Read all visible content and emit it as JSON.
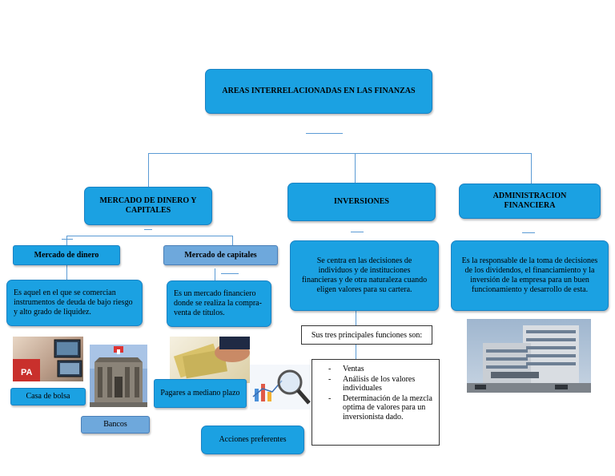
{
  "title": "AREAS INTERRELACIONADAS EN LAS FINANZAS",
  "areas": {
    "mercado": "MERCADO DE DINERO Y CAPITALES",
    "inversiones": "INVERSIONES",
    "administracion": "ADMINISTRACION FINANCIERA"
  },
  "mercado_dinero": {
    "label": "Mercado de dinero",
    "description": "Es aquel en el que se comercian instrumentos de deuda de bajo riesgo y alto grado de liquidez.",
    "items": [
      "Casa de bolsa",
      "Bancos"
    ]
  },
  "mercado_capitales": {
    "label": "Mercado de capitales",
    "description": "Es un mercado financiero donde se realiza la compra-venta de títulos.",
    "items": [
      "Pagares a mediano plazo",
      "Acciones preferentes"
    ]
  },
  "inversiones_desc": "Se centra en las decisiones de individuos y de instituciones financieras y de otra naturaleza cuando eligen valores para su cartera.",
  "funciones": {
    "heading": "Sus tres principales funciones son:",
    "list": [
      "Ventas",
      "Análisis de los valores individuales",
      "Determinación de la mezcla optima de valores para un inversionista dado."
    ]
  },
  "administracion_desc": "Es la responsable de la toma de decisiones de los dividendos, el financiamiento y la inversión de la empresa para un buen funcionamiento y desarrollo de esta."
}
